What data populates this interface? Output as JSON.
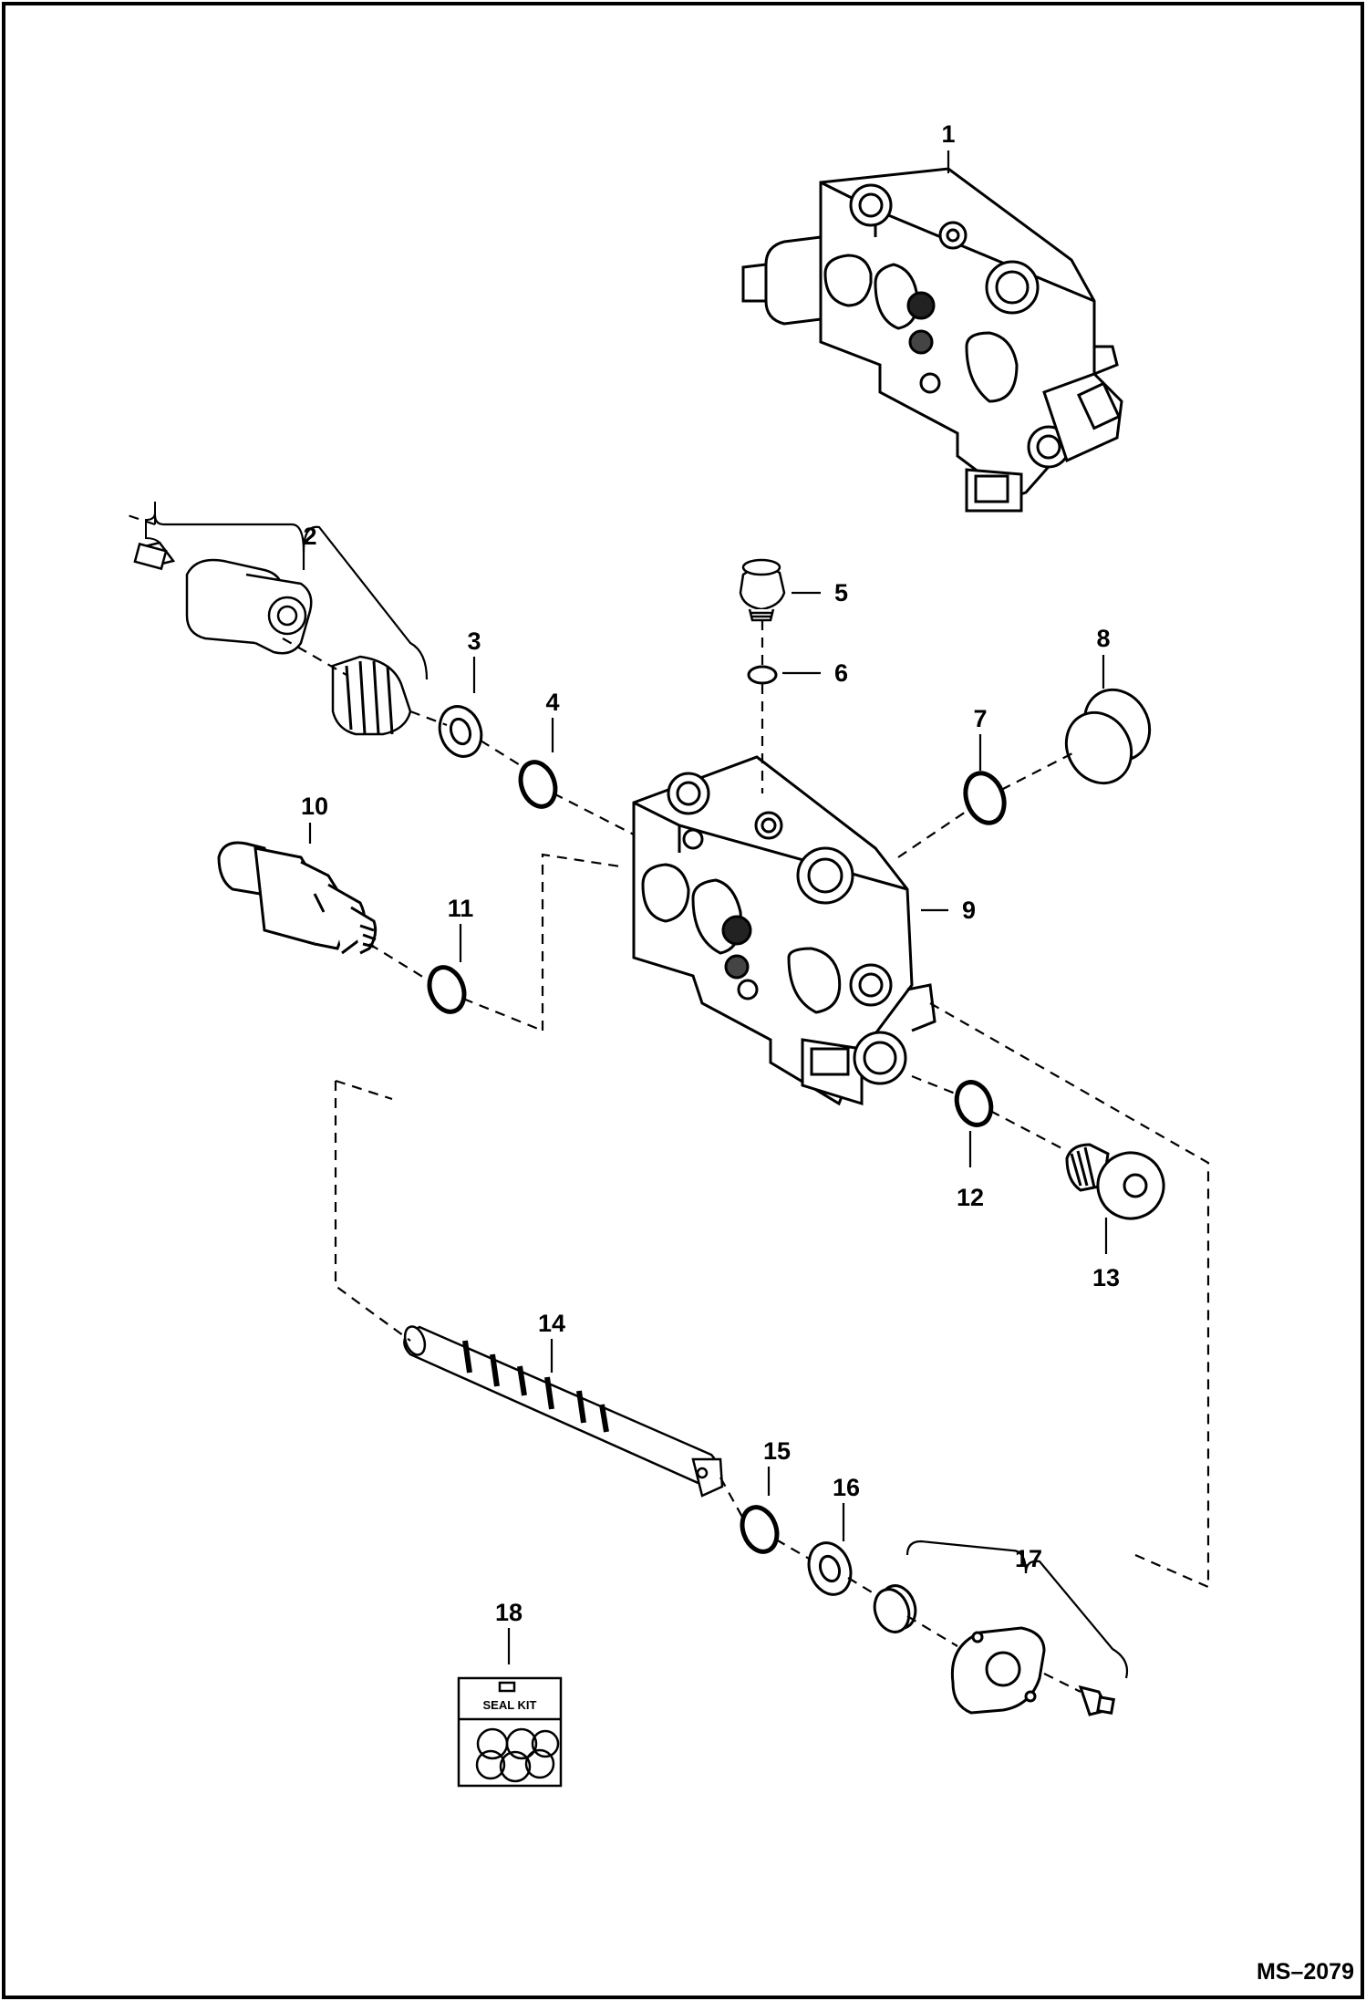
{
  "figure_id": "MS–2079",
  "seal_kit_label": "SEAL KIT",
  "callouts": {
    "c1": "1",
    "c2": "2",
    "c3": "3",
    "c4": "4",
    "c5": "5",
    "c6": "6",
    "c7": "7",
    "c8": "8",
    "c9": "9",
    "c10": "10",
    "c11": "11",
    "c12": "12",
    "c13": "13",
    "c14": "14",
    "c15": "15",
    "c16": "16",
    "c17": "17",
    "c18": "18"
  },
  "parts": [
    {
      "id": "1",
      "name": "valve-section-assembly"
    },
    {
      "id": "2",
      "name": "spring-cap-assembly"
    },
    {
      "id": "3",
      "name": "washer"
    },
    {
      "id": "4",
      "name": "o-ring"
    },
    {
      "id": "5",
      "name": "plug"
    },
    {
      "id": "6",
      "name": "o-ring"
    },
    {
      "id": "7",
      "name": "o-ring"
    },
    {
      "id": "8",
      "name": "plug"
    },
    {
      "id": "9",
      "name": "valve-section-housing"
    },
    {
      "id": "10",
      "name": "relief-valve"
    },
    {
      "id": "11",
      "name": "o-ring"
    },
    {
      "id": "12",
      "name": "o-ring"
    },
    {
      "id": "13",
      "name": "plug"
    },
    {
      "id": "14",
      "name": "spool"
    },
    {
      "id": "15",
      "name": "o-ring"
    },
    {
      "id": "16",
      "name": "washer"
    },
    {
      "id": "17",
      "name": "cap-assembly"
    },
    {
      "id": "18",
      "name": "seal-kit"
    }
  ]
}
